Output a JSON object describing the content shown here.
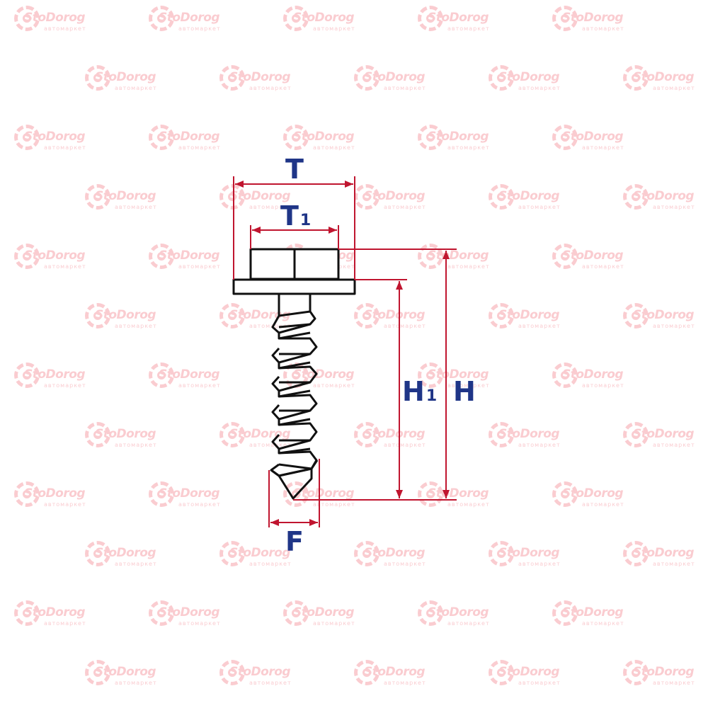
{
  "watermark": {
    "brand": "StoDorog",
    "subtitle": "автомаркет"
  },
  "labels": {
    "T": "T",
    "T1_main": "T",
    "T1_sub": "1",
    "H1_main": "H",
    "H1_sub": "1",
    "H": "H",
    "F": "F"
  },
  "colors": {
    "dimension": "#c0152f",
    "label": "#1f3587",
    "outline": "#111111",
    "watermark": "#f6a3ab"
  }
}
